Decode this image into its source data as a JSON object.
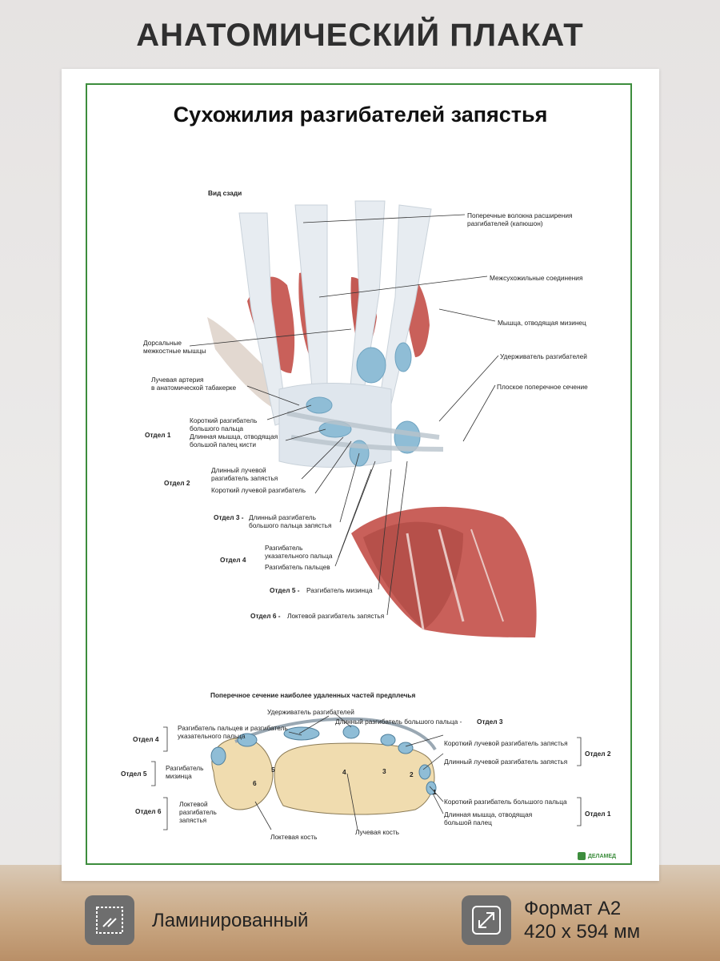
{
  "page": {
    "header": "АНАТОМИЧЕСКИЙ ПЛАКАТ"
  },
  "poster": {
    "title": "Сухожилия разгибателей запястья",
    "view_label": "Вид сзади",
    "labels": {
      "transverse_fibers": "Поперечные волокна расширения\nразгибателей (капюшон)",
      "intertendinous": "Межсухожильные соединения",
      "abductor_digiti_minimi": "Мышца, отводящая мизинец",
      "dorsal_interossei": "Дорсальные\nмежкостные мышцы",
      "extensor_retinaculum": "Удерживатель разгибателей",
      "radial_artery": "Лучевая артерия\nв анатомической табакерке",
      "flat_section": "Плоское поперечное сечение",
      "dept1": "Отдел 1",
      "ext_pollicis_brevis": "Короткий разгибатель\nбольшого пальца",
      "abd_pollicis_longus": "Длинная мышца, отводящая\nбольшой палец кисти",
      "dept2": "Отдел 2",
      "ext_carpi_rad_longus": "Длинный лучевой\nразгибатель запястья",
      "ext_carpi_rad_brevis": "Короткий лучевой разгибатель",
      "dept3": "Отдел 3 -",
      "ext_pollicis_longus": "Длинный разгибатель\nбольшого пальца запястья",
      "dept4": "Отдел 4",
      "ext_indicis": "Разгибатель\nуказательного пальца",
      "ext_digitorum": "Разгибатель пальцев",
      "dept5": "Отдел 5 -",
      "ext_digiti_minimi": "Разгибатель мизинца",
      "dept6": "Отдел 6 -",
      "ext_carpi_ulnaris": "Локтевой разгибатель запястья"
    },
    "cross_section": {
      "title": "Поперечное сечение наиболее удаленных  частей предплечья",
      "retinaculum": "Удерживатель разгибателей",
      "epl_prefix": "Длинный разгибатель большого пальца -",
      "epl_dept": "Отдел 3",
      "dept4": "Отдел 4",
      "digits_indicis": "Разгибатель пальцев и разгибатель\nуказательного пальца",
      "dept5": "Отдел 5",
      "digiti_minimi": "Разгибатель\nмизинца",
      "dept6": "Отдел 6",
      "carpi_ulnaris": "Локтевой\nразгибатель\nзапястья",
      "ulna": "Локтевая кость",
      "radius": "Лучевая кость",
      "ecrb": "Короткий лучевой разгибатель запястья",
      "ecrl": "Длинный лучевой разгибатель  запястья",
      "dept2": "Отдел 2",
      "epb": "Короткий разгибатель большого пальца",
      "apl": "Длинная мышца, отводящая\nбольшой палец",
      "dept1": "Отдел 1",
      "numbers": [
        "1",
        "2",
        "3",
        "4",
        "5",
        "6"
      ]
    },
    "brand": "ДЕЛАМЕД"
  },
  "features": {
    "laminated": "Ламинированный",
    "format_line1": "Формат А2",
    "format_line2": "420 x 594 мм"
  },
  "colors": {
    "frame": "#3d8d3d",
    "muscle": "#c9605a",
    "tendon": "#e4e9ef",
    "sheath": "#8fbdd6",
    "bone": "#f0dcaf"
  }
}
